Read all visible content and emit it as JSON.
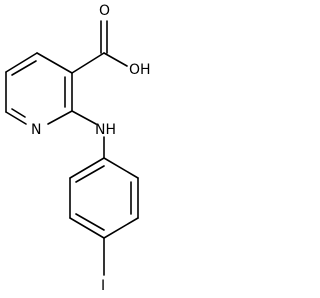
{
  "molecule": {
    "atom_labels": {
      "carboxyl_oxygen_hydrogen": "OH",
      "carboxyl_oxygen": "O",
      "pyridine_nitrogen": "N",
      "amine_nh": "NH",
      "iodine": "I"
    }
  }
}
